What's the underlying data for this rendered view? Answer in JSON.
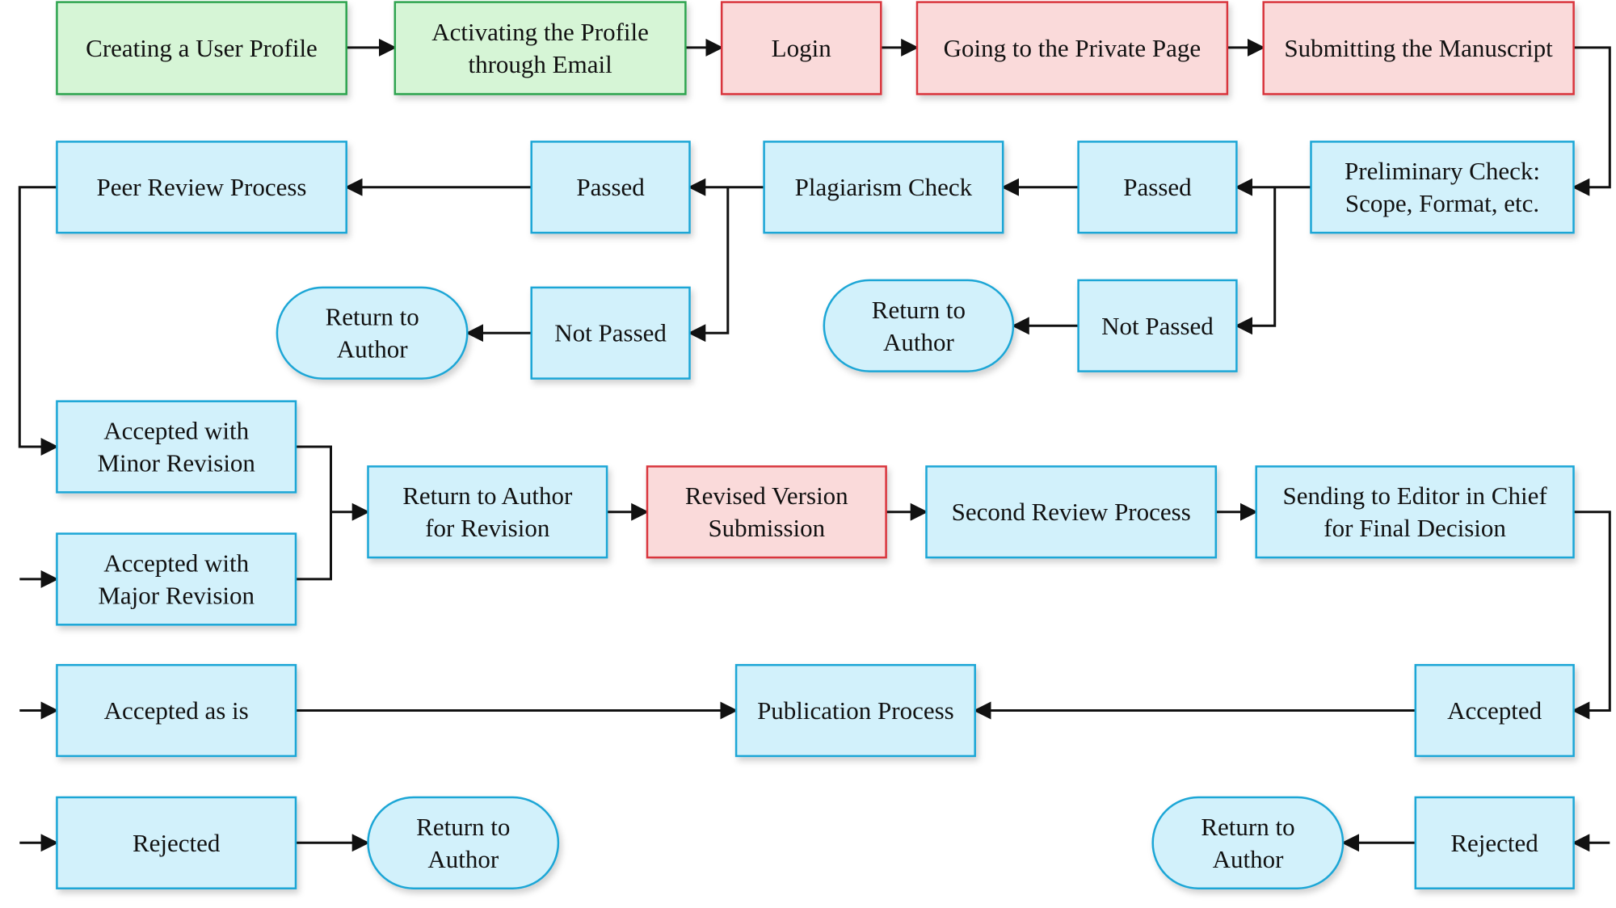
{
  "colors": {
    "green_fill": "#d6f5d6",
    "green_stroke": "#2ea44f",
    "red_fill": "#fadada",
    "red_stroke": "#d9363e",
    "blue_fill": "#d2f1fb",
    "blue_stroke": "#1aa6d6",
    "arrow": "#111111"
  },
  "nodes": {
    "n1": {
      "lines": [
        "Creating a User Profile"
      ],
      "shape": "rect",
      "color": "green"
    },
    "n2": {
      "lines": [
        "Activating the Profile",
        "through Email"
      ],
      "shape": "rect",
      "color": "green"
    },
    "n3": {
      "lines": [
        "Login"
      ],
      "shape": "rect",
      "color": "red"
    },
    "n4": {
      "lines": [
        "Going to the Private Page"
      ],
      "shape": "rect",
      "color": "red"
    },
    "n5": {
      "lines": [
        "Submitting the Manuscript"
      ],
      "shape": "rect",
      "color": "red"
    },
    "n6": {
      "lines": [
        "Preliminary Check:",
        "Scope, Format, etc."
      ],
      "shape": "rect",
      "color": "blue"
    },
    "n7": {
      "lines": [
        "Passed"
      ],
      "shape": "rect",
      "color": "blue"
    },
    "n8": {
      "lines": [
        "Not Passed"
      ],
      "shape": "rect",
      "color": "blue"
    },
    "n9": {
      "lines": [
        "Return to",
        "Author"
      ],
      "shape": "pill",
      "color": "blue"
    },
    "n10": {
      "lines": [
        "Plagiarism Check"
      ],
      "shape": "rect",
      "color": "blue"
    },
    "n11": {
      "lines": [
        "Passed"
      ],
      "shape": "rect",
      "color": "blue"
    },
    "n12": {
      "lines": [
        "Not Passed"
      ],
      "shape": "rect",
      "color": "blue"
    },
    "n13": {
      "lines": [
        "Return to",
        "Author"
      ],
      "shape": "pill",
      "color": "blue"
    },
    "n14": {
      "lines": [
        "Peer Review Process"
      ],
      "shape": "rect",
      "color": "blue"
    },
    "n15": {
      "lines": [
        "Accepted with",
        "Minor Revision"
      ],
      "shape": "rect",
      "color": "blue"
    },
    "n16": {
      "lines": [
        "Accepted with",
        "Major Revision"
      ],
      "shape": "rect",
      "color": "blue"
    },
    "n17": {
      "lines": [
        "Return to Author",
        "for Revision"
      ],
      "shape": "rect",
      "color": "blue"
    },
    "n18": {
      "lines": [
        "Revised Version",
        "Submission"
      ],
      "shape": "rect",
      "color": "red"
    },
    "n19": {
      "lines": [
        "Second Review Process"
      ],
      "shape": "rect",
      "color": "blue"
    },
    "n20": {
      "lines": [
        "Sending to Editor in Chief",
        "for Final Decision"
      ],
      "shape": "rect",
      "color": "blue"
    },
    "n21": {
      "lines": [
        "Accepted as is"
      ],
      "shape": "rect",
      "color": "blue"
    },
    "n22": {
      "lines": [
        "Publication Process"
      ],
      "shape": "rect",
      "color": "blue"
    },
    "n23": {
      "lines": [
        "Accepted"
      ],
      "shape": "rect",
      "color": "blue"
    },
    "n24": {
      "lines": [
        "Rejected"
      ],
      "shape": "rect",
      "color": "blue"
    },
    "n25": {
      "lines": [
        "Return to",
        "Author"
      ],
      "shape": "pill",
      "color": "blue"
    },
    "n26": {
      "lines": [
        "Rejected"
      ],
      "shape": "rect",
      "color": "blue"
    },
    "n27": {
      "lines": [
        "Return to",
        "Author"
      ],
      "shape": "pill",
      "color": "blue"
    }
  }
}
